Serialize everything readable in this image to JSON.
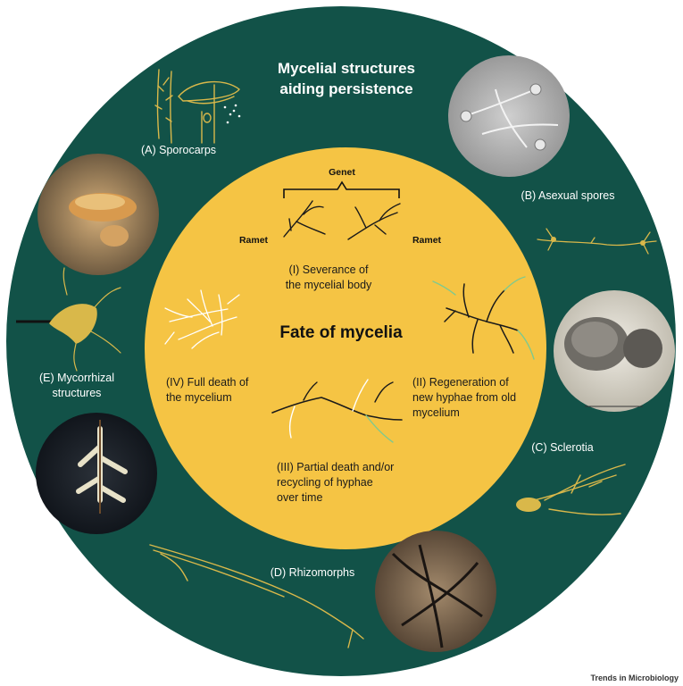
{
  "title": {
    "line1": "Mycelial structures",
    "line2": "aiding persistence"
  },
  "center_title": "Fate of mycelia",
  "outer_labels": {
    "sporocarps": "(A) Sporocarps",
    "asexual_spores": "(B) Asexual spores",
    "sclerotia": "(C) Sclerotia",
    "rhizomorphs": "(D) Rhizomorphs",
    "mycorrhizal_line1": "(E) Mycorrhizal",
    "mycorrhizal_line2": "structures"
  },
  "inner_labels": {
    "genet": "Genet",
    "ramet_left": "Ramet",
    "ramet_right": "Ramet",
    "severance_line1": "(I) Severance of",
    "severance_line2": "the mycelial body",
    "regeneration_line1": "(II) Regeneration of",
    "regeneration_line2": "new hyphae from old",
    "regeneration_line3": "mycelium",
    "partial_line1": "(III) Partial death and/or",
    "partial_line2": "recycling of hyphae",
    "partial_line3": "over time",
    "fulldeath_line1": "(IV) Full death of",
    "fulldeath_line2": "the mycelium"
  },
  "credit": "Trends in Microbiology",
  "colors": {
    "outer_ring": "#125248",
    "inner_circle": "#f5c444",
    "hypha_yellow": "#d9b84a",
    "hypha_green": "#7fc98e",
    "hypha_white": "#ffffff",
    "hypha_black": "#1a1a1a"
  }
}
